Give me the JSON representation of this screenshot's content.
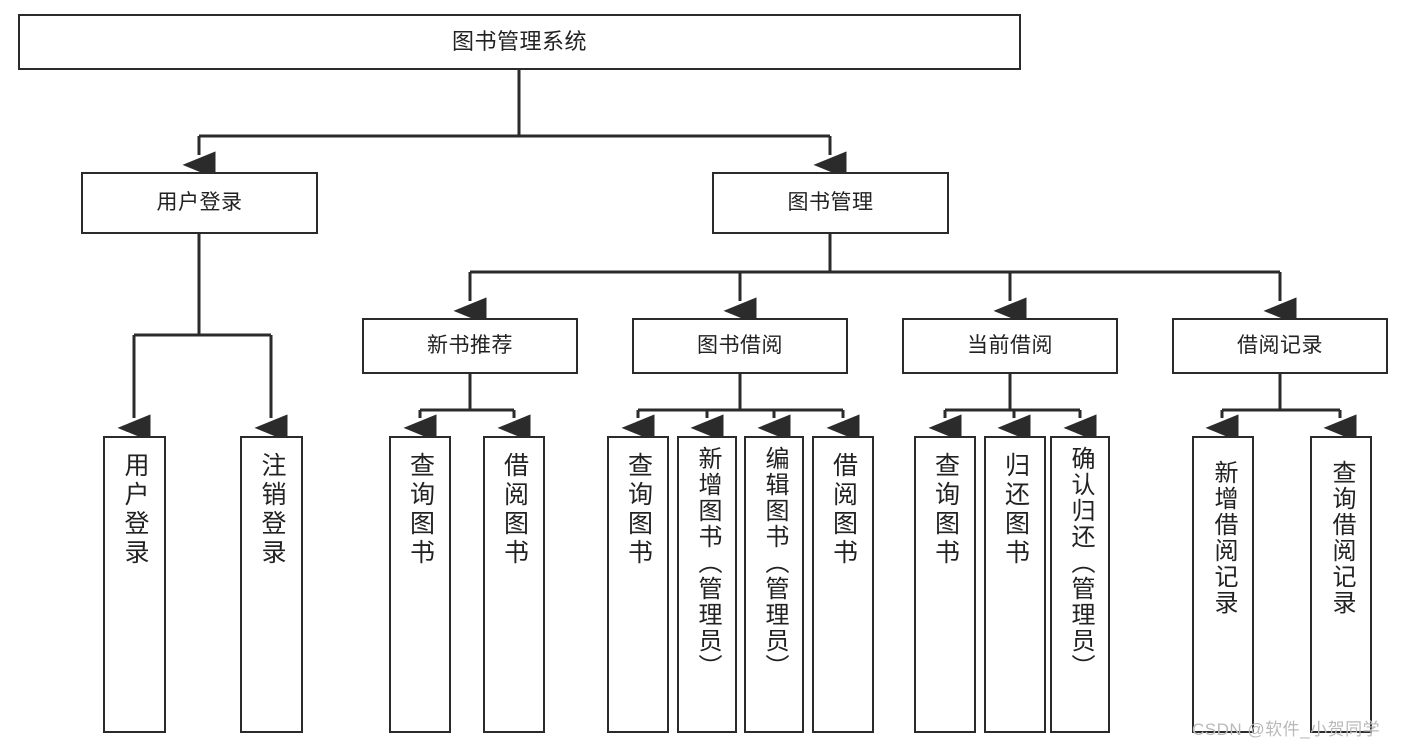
{
  "diagram": {
    "type": "tree",
    "title": "图书管理系统",
    "watermark": "CSDN @软件_小贺同学",
    "colors": {
      "stroke": "#2b2b2b",
      "fill": "#ffffff",
      "text": "#222222",
      "watermark": "#b9b9b9"
    },
    "nodes": {
      "root": {
        "label": "图书管理系统"
      },
      "level2": [
        {
          "id": "user-login",
          "label": "用户登录"
        },
        {
          "id": "book-manage",
          "label": "图书管理"
        }
      ],
      "level3": [
        {
          "id": "new-book-recommend",
          "label": "新书推荐"
        },
        {
          "id": "book-borrow",
          "label": "图书借阅"
        },
        {
          "id": "current-borrow",
          "label": "当前借阅"
        },
        {
          "id": "borrow-record",
          "label": "借阅记录"
        }
      ],
      "leaves": {
        "user-login": [
          {
            "id": "leaf-user-login",
            "label": "用户登录"
          },
          {
            "id": "leaf-logout",
            "label": "注销登录"
          }
        ],
        "new-book-recommend": [
          {
            "id": "leaf-query-book-1",
            "label": "查询图书"
          },
          {
            "id": "leaf-borrow-book-1",
            "label": "借阅图书"
          }
        ],
        "book-borrow": [
          {
            "id": "leaf-query-book-2",
            "label": "查询图书"
          },
          {
            "id": "leaf-add-book",
            "label": "新增图书（管理员）"
          },
          {
            "id": "leaf-edit-book",
            "label": "编辑图书（管理员）"
          },
          {
            "id": "leaf-borrow-book-2",
            "label": "借阅图书"
          }
        ],
        "current-borrow": [
          {
            "id": "leaf-query-book-3",
            "label": "查询图书"
          },
          {
            "id": "leaf-return-book",
            "label": "归还图书"
          },
          {
            "id": "leaf-confirm-return",
            "label": "确认归还（管理员）"
          }
        ],
        "borrow-record": [
          {
            "id": "leaf-add-record",
            "label": "新增借阅记录"
          },
          {
            "id": "leaf-query-record",
            "label": "查询借阅记录"
          }
        ]
      }
    }
  }
}
